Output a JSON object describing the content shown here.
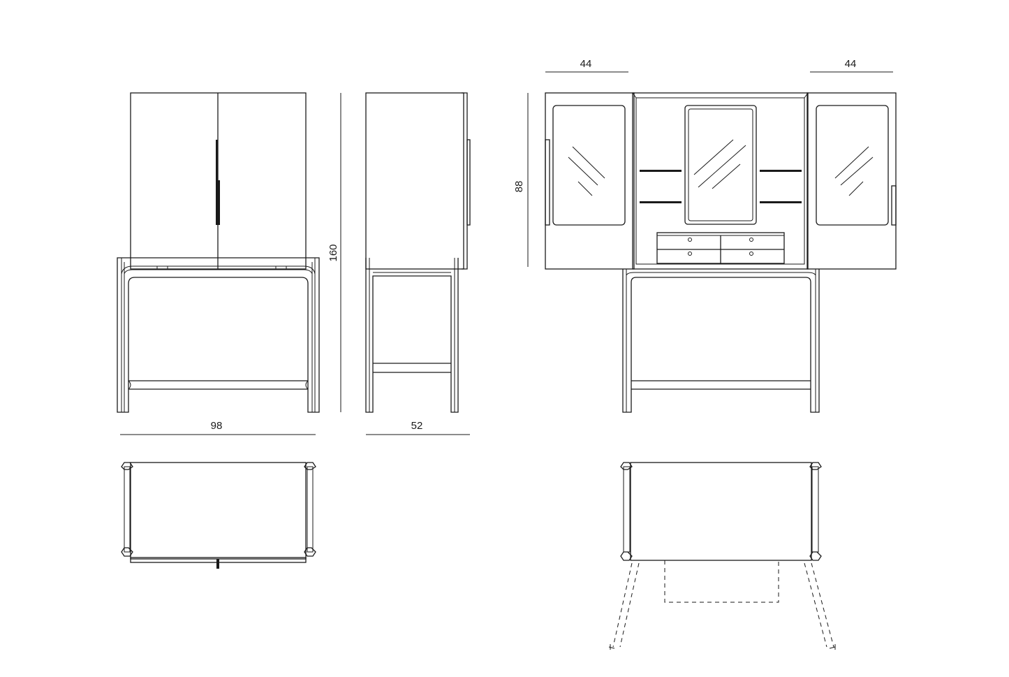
{
  "dimensions": {
    "front_width": "98",
    "side_depth": "52",
    "height": "160",
    "open_height": "88",
    "door_left_width": "44",
    "door_right_width": "44"
  }
}
